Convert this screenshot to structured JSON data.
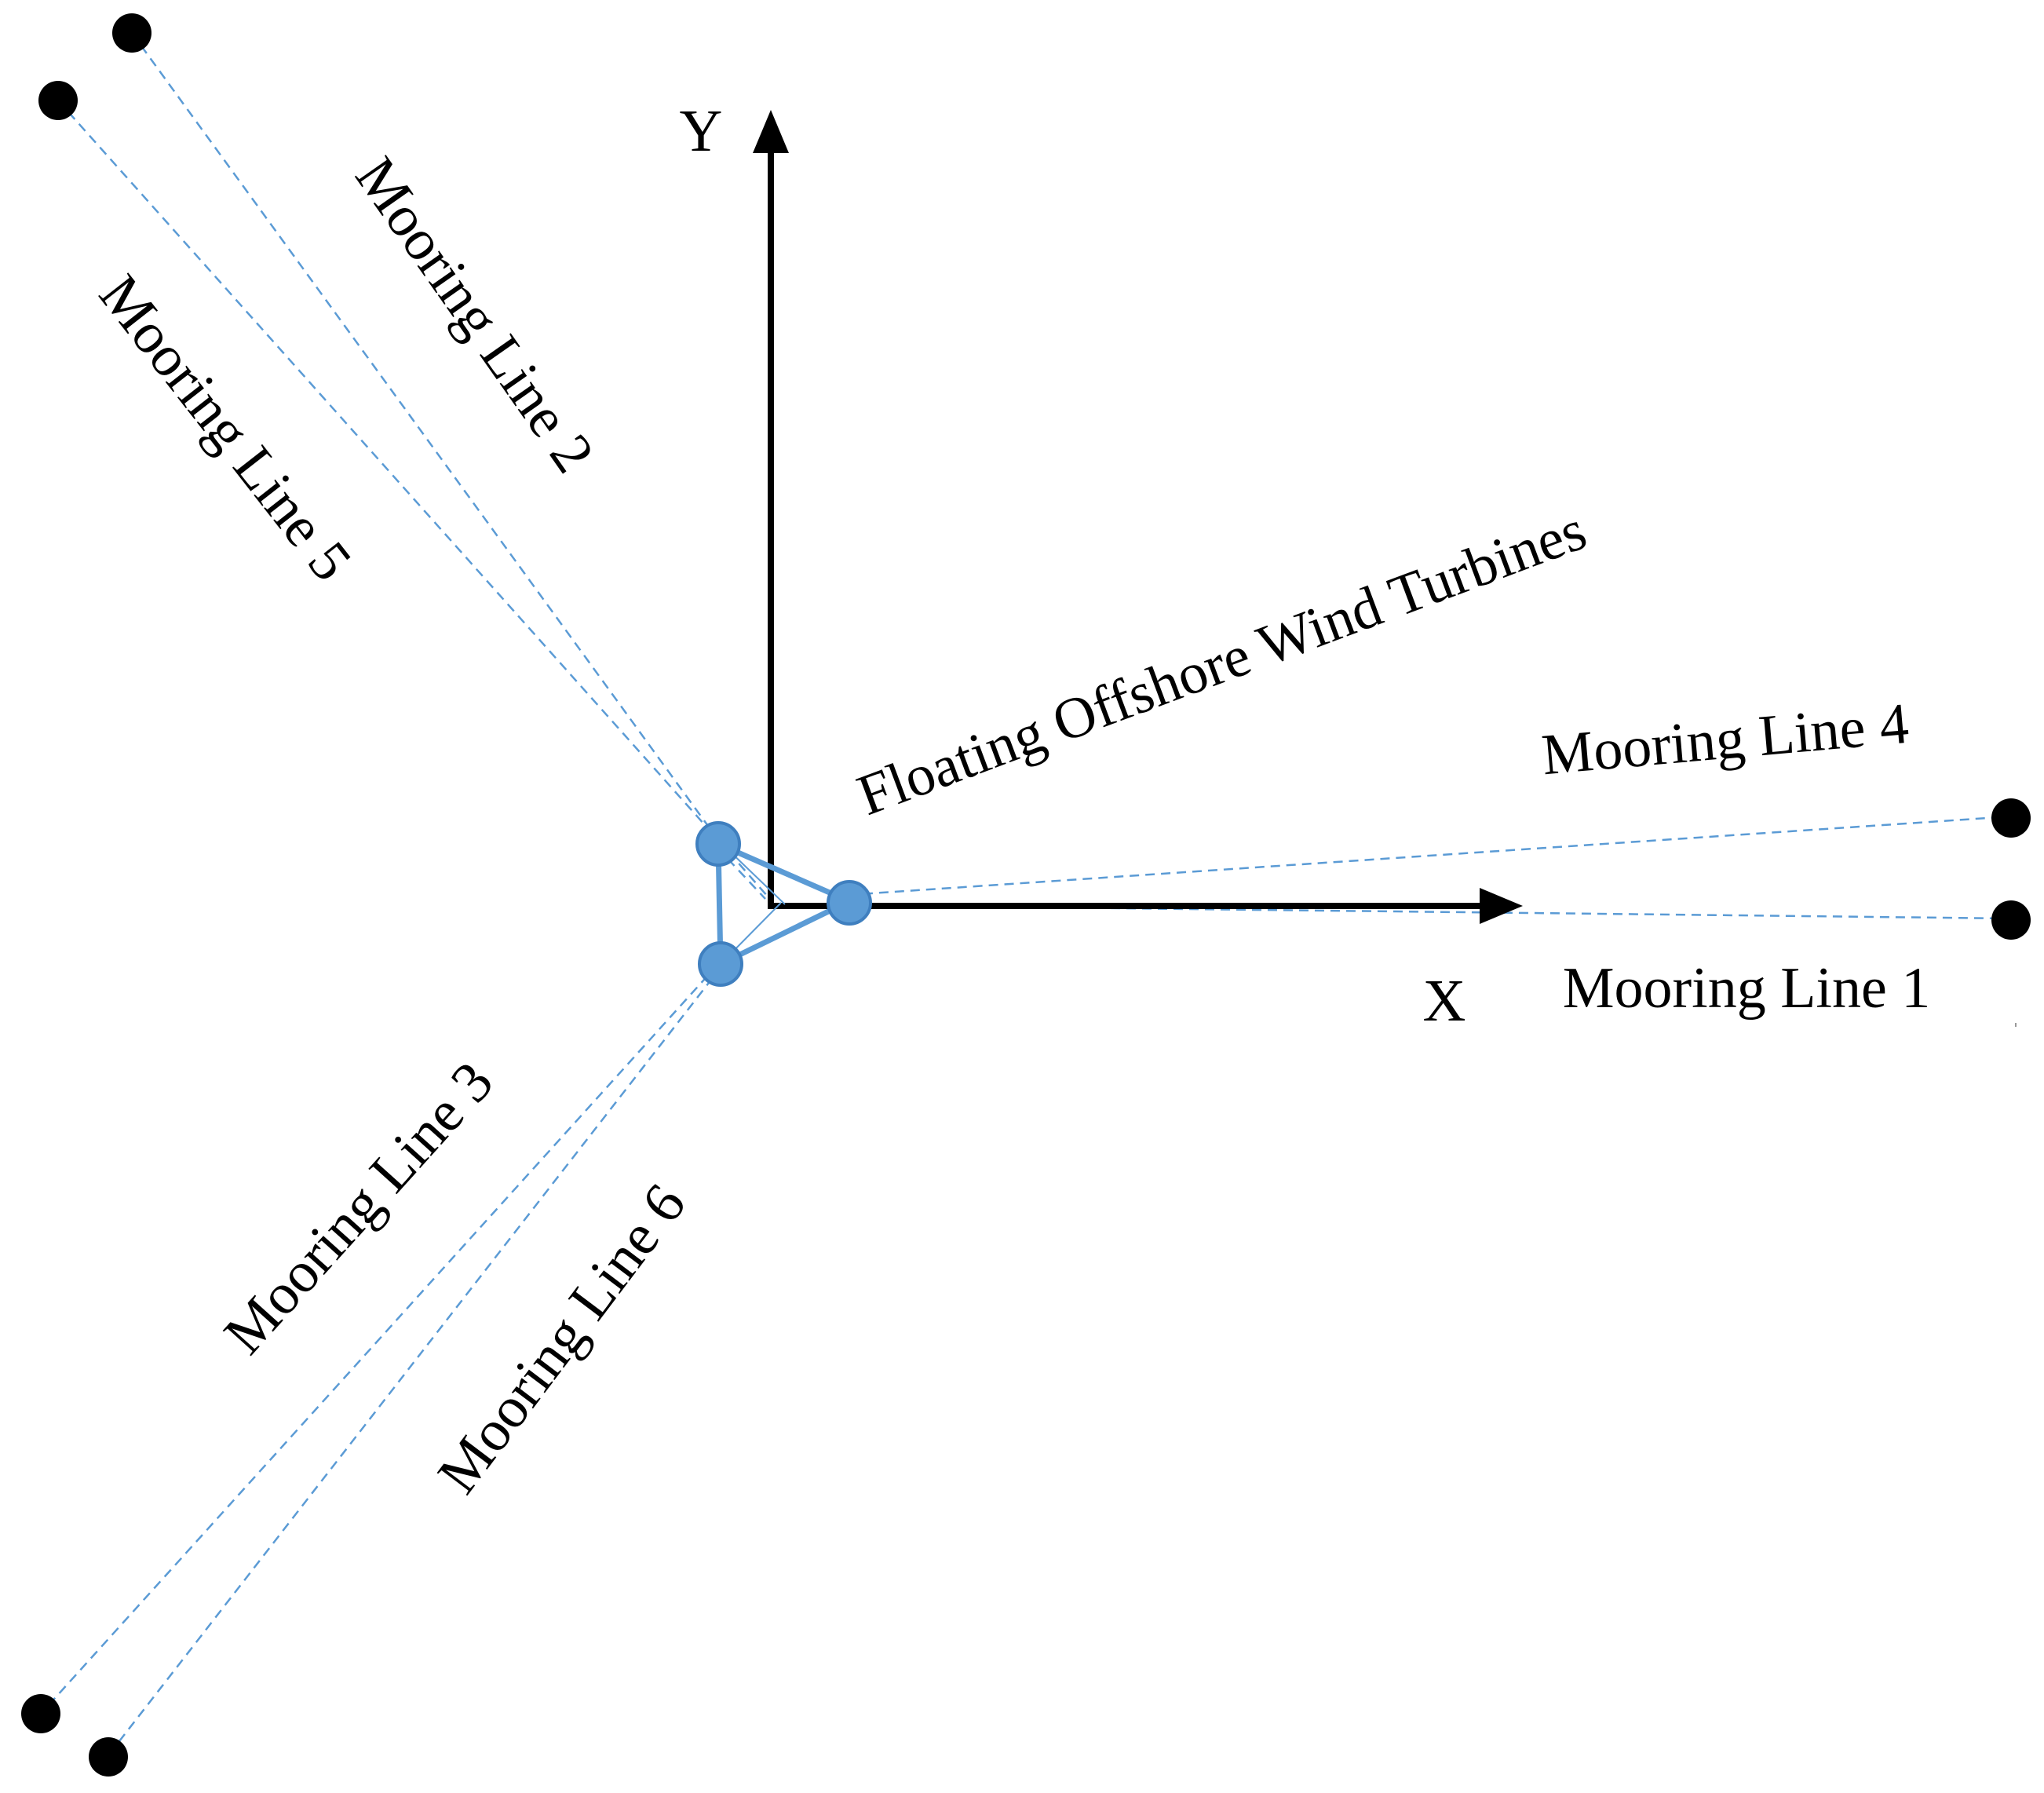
{
  "axes": {
    "x_label": "X",
    "y_label": "Y"
  },
  "platform_label": "Floating Offshore Wind Turbines",
  "mooring_lines": [
    {
      "label": "Mooring Line 1"
    },
    {
      "label": "Mooring Line 2"
    },
    {
      "label": "Mooring Line 3"
    },
    {
      "label": "Mooring Line 4"
    },
    {
      "label": "Mooring Line 5"
    },
    {
      "label": "Mooring Line 6"
    }
  ],
  "colors": {
    "mooring_line": "#5b9bd5",
    "platform": "#5b9bd5",
    "anchor": "#000000",
    "axis": "#000000"
  }
}
